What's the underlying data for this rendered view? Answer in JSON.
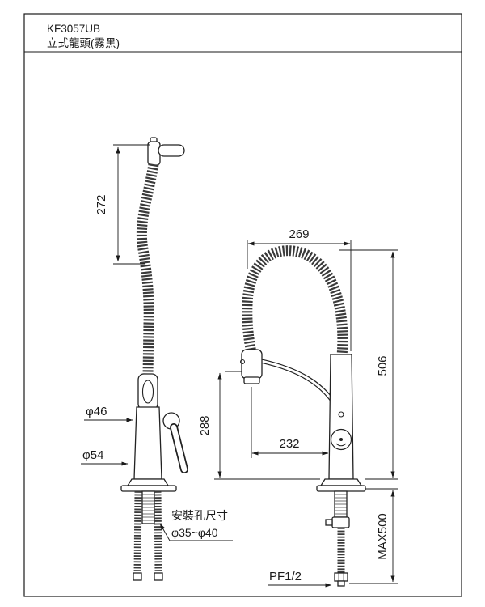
{
  "header": {
    "model": "KF3057UB",
    "product": "立式龍頭(霧黑)"
  },
  "front": {
    "hose_height": "272",
    "body_diameter": "φ46",
    "base_diameter": "φ54",
    "install_hole_label": "安裝孔尺寸",
    "install_hole_range": "φ35~φ40"
  },
  "side": {
    "top_width": "269",
    "total_height": "506",
    "spout_height": "288",
    "reach": "232",
    "hose_max": "MAX500",
    "thread": "PF1/2"
  }
}
